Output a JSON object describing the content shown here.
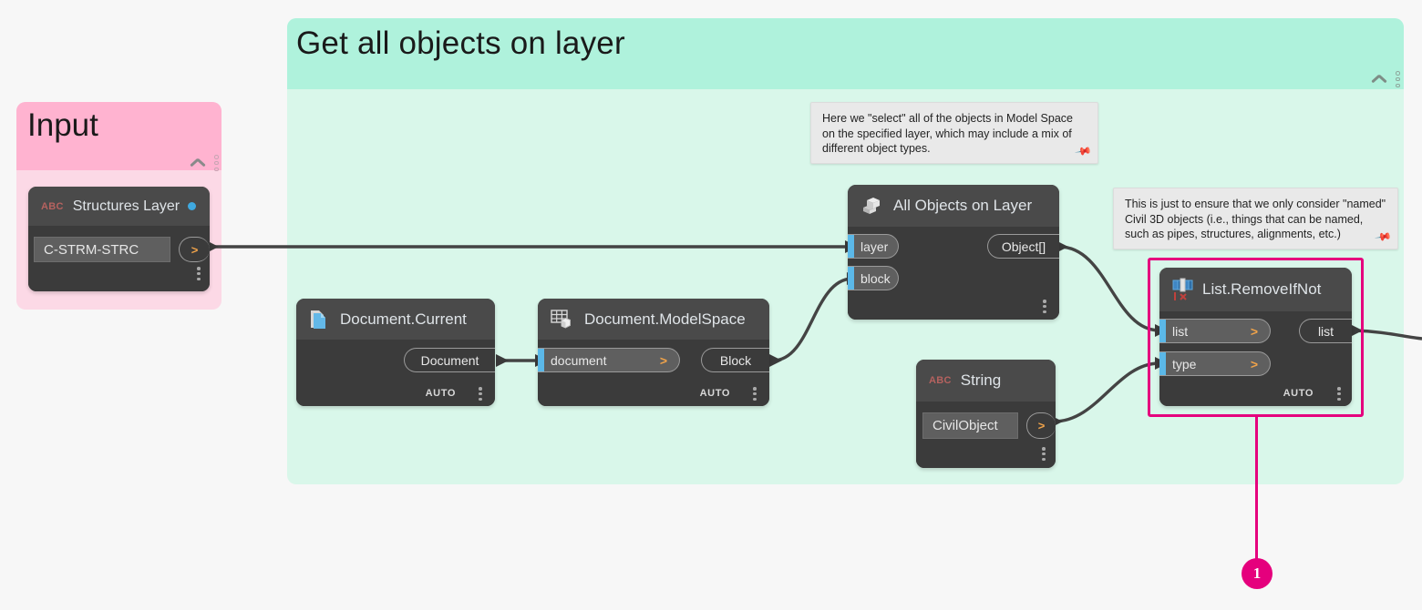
{
  "canvas": {
    "background_color": "#f7f7f7"
  },
  "groups": [
    {
      "id": "input-group",
      "title": "Input",
      "header_color": "#ffb3d0",
      "body_color": "#fcd9e6",
      "collapse_icon": "chevron-up-icon",
      "menu_icon": "vertical-dots-icon"
    },
    {
      "id": "layer-group",
      "title": "Get all objects on layer",
      "header_color": "#aff2dc",
      "body_color": "#d9f7ea",
      "collapse_icon": "chevron-up-icon",
      "menu_icon": "vertical-dots-icon"
    }
  ],
  "nodes": {
    "structures_layer": {
      "title": "Structures Layer",
      "type_tag": "ABC",
      "icon": "abc-string-icon",
      "status_dot": "blue-dot-icon",
      "status_dot_color": "#3fa9e0",
      "value": "C-STRM-STRC",
      "output_caret": ">",
      "menu_icon": "vertical-dots-icon"
    },
    "document_current": {
      "title": "Document.Current",
      "icon": "document-page-icon",
      "outputs": [
        "Document"
      ],
      "run_mode": "AUTO",
      "menu_icon": "vertical-dots-icon"
    },
    "document_modelspace": {
      "title": "Document.ModelSpace",
      "icon": "table-cube-icon",
      "inputs": [
        "document"
      ],
      "input_caret": ">",
      "outputs": [
        "Block"
      ],
      "run_mode": "AUTO",
      "menu_icon": "vertical-dots-icon"
    },
    "all_objects_on_layer": {
      "title": "All Objects on Layer",
      "icon": "cube-stack-icon",
      "inputs": [
        "layer",
        "block"
      ],
      "outputs": [
        "Object[]"
      ],
      "menu_icon": "vertical-dots-icon"
    },
    "string_node": {
      "title": "String",
      "type_tag": "ABC",
      "icon": "abc-string-icon",
      "value": "CivilObject",
      "output_caret": ">",
      "menu_icon": "vertical-dots-icon"
    },
    "list_removeifnot": {
      "title": "List.RemoveIfNot",
      "icon": "list-remove-icon",
      "inputs": [
        "list",
        "type"
      ],
      "input_caret": ">",
      "outputs": [
        "list"
      ],
      "run_mode": "AUTO",
      "menu_icon": "vertical-dots-icon",
      "highlight_color": "#e5007d"
    }
  },
  "notes": [
    {
      "id": "note-select-objects",
      "text": "Here we \"select\" all of the objects in Model Space on the specified layer, which may include a mix of different object types.",
      "pin_icon": "pushpin-icon"
    },
    {
      "id": "note-named-objects",
      "text": "This is just to ensure that we only consider \"named\" Civil 3D objects (i.e., things that can be named, such as pipes, structures, alignments, etc.)",
      "pin_icon": "pushpin-icon"
    }
  ],
  "annotation": {
    "badge_number": "1",
    "badge_color": "#e5007d"
  }
}
